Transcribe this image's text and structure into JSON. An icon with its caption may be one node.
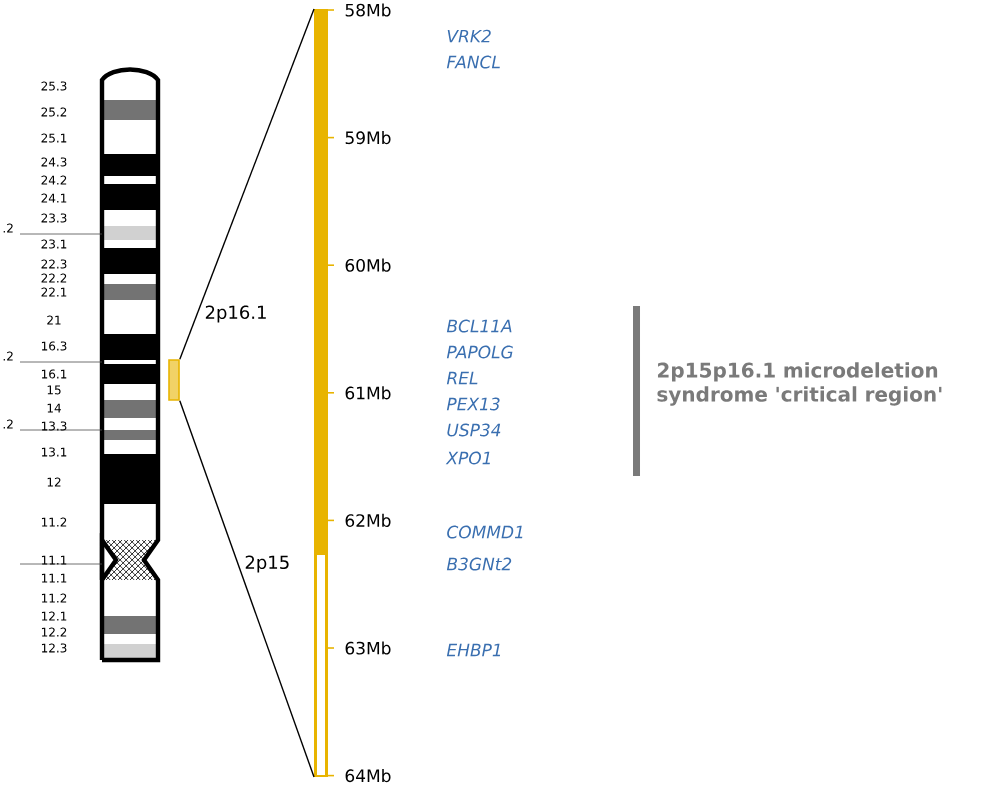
{
  "diagram": {
    "nodes": [
      {
        "text": [],
        "shape": "bar"
      },
      {
        "text": [],
        "shape": "bar"
      }
    ],
    "edges": [
      {
        "from": 0,
        "to": 1,
        "arrow": "none"
      },
      {
        "from": 0,
        "to": 1,
        "arrow": "none"
      }
    ],
    "labels": [
      "25.3",
      "25.2",
      "25.1",
      "24.3",
      "24.2",
      "24.1",
      "23.3",
      "23.1",
      "22.3",
      "22.2",
      "22.1",
      "21",
      "16.3",
      "16.1",
      "15",
      "14",
      "13.3",
      "13.1",
      "12",
      "11.2",
      "11.1",
      "11.1",
      "11.2",
      "12.1",
      "12.2",
      "12.3",
      ".2",
      ".2",
      ".2",
      "2p16.1",
      "2p15",
      "58Mb",
      "59Mb",
      "60Mb",
      "61Mb",
      "62Mb",
      "63Mb",
      "64Mb",
      "VRK2",
      "FANCL",
      "BCL11A",
      "PAPOLG",
      "REL",
      "PEX13",
      "USP34",
      "XPO1",
      "COMMD1",
      "B3GNt2",
      "EHBP1",
      "2p15p16.1 microdeletion syndrome 'critical region'"
    ]
  }
}
